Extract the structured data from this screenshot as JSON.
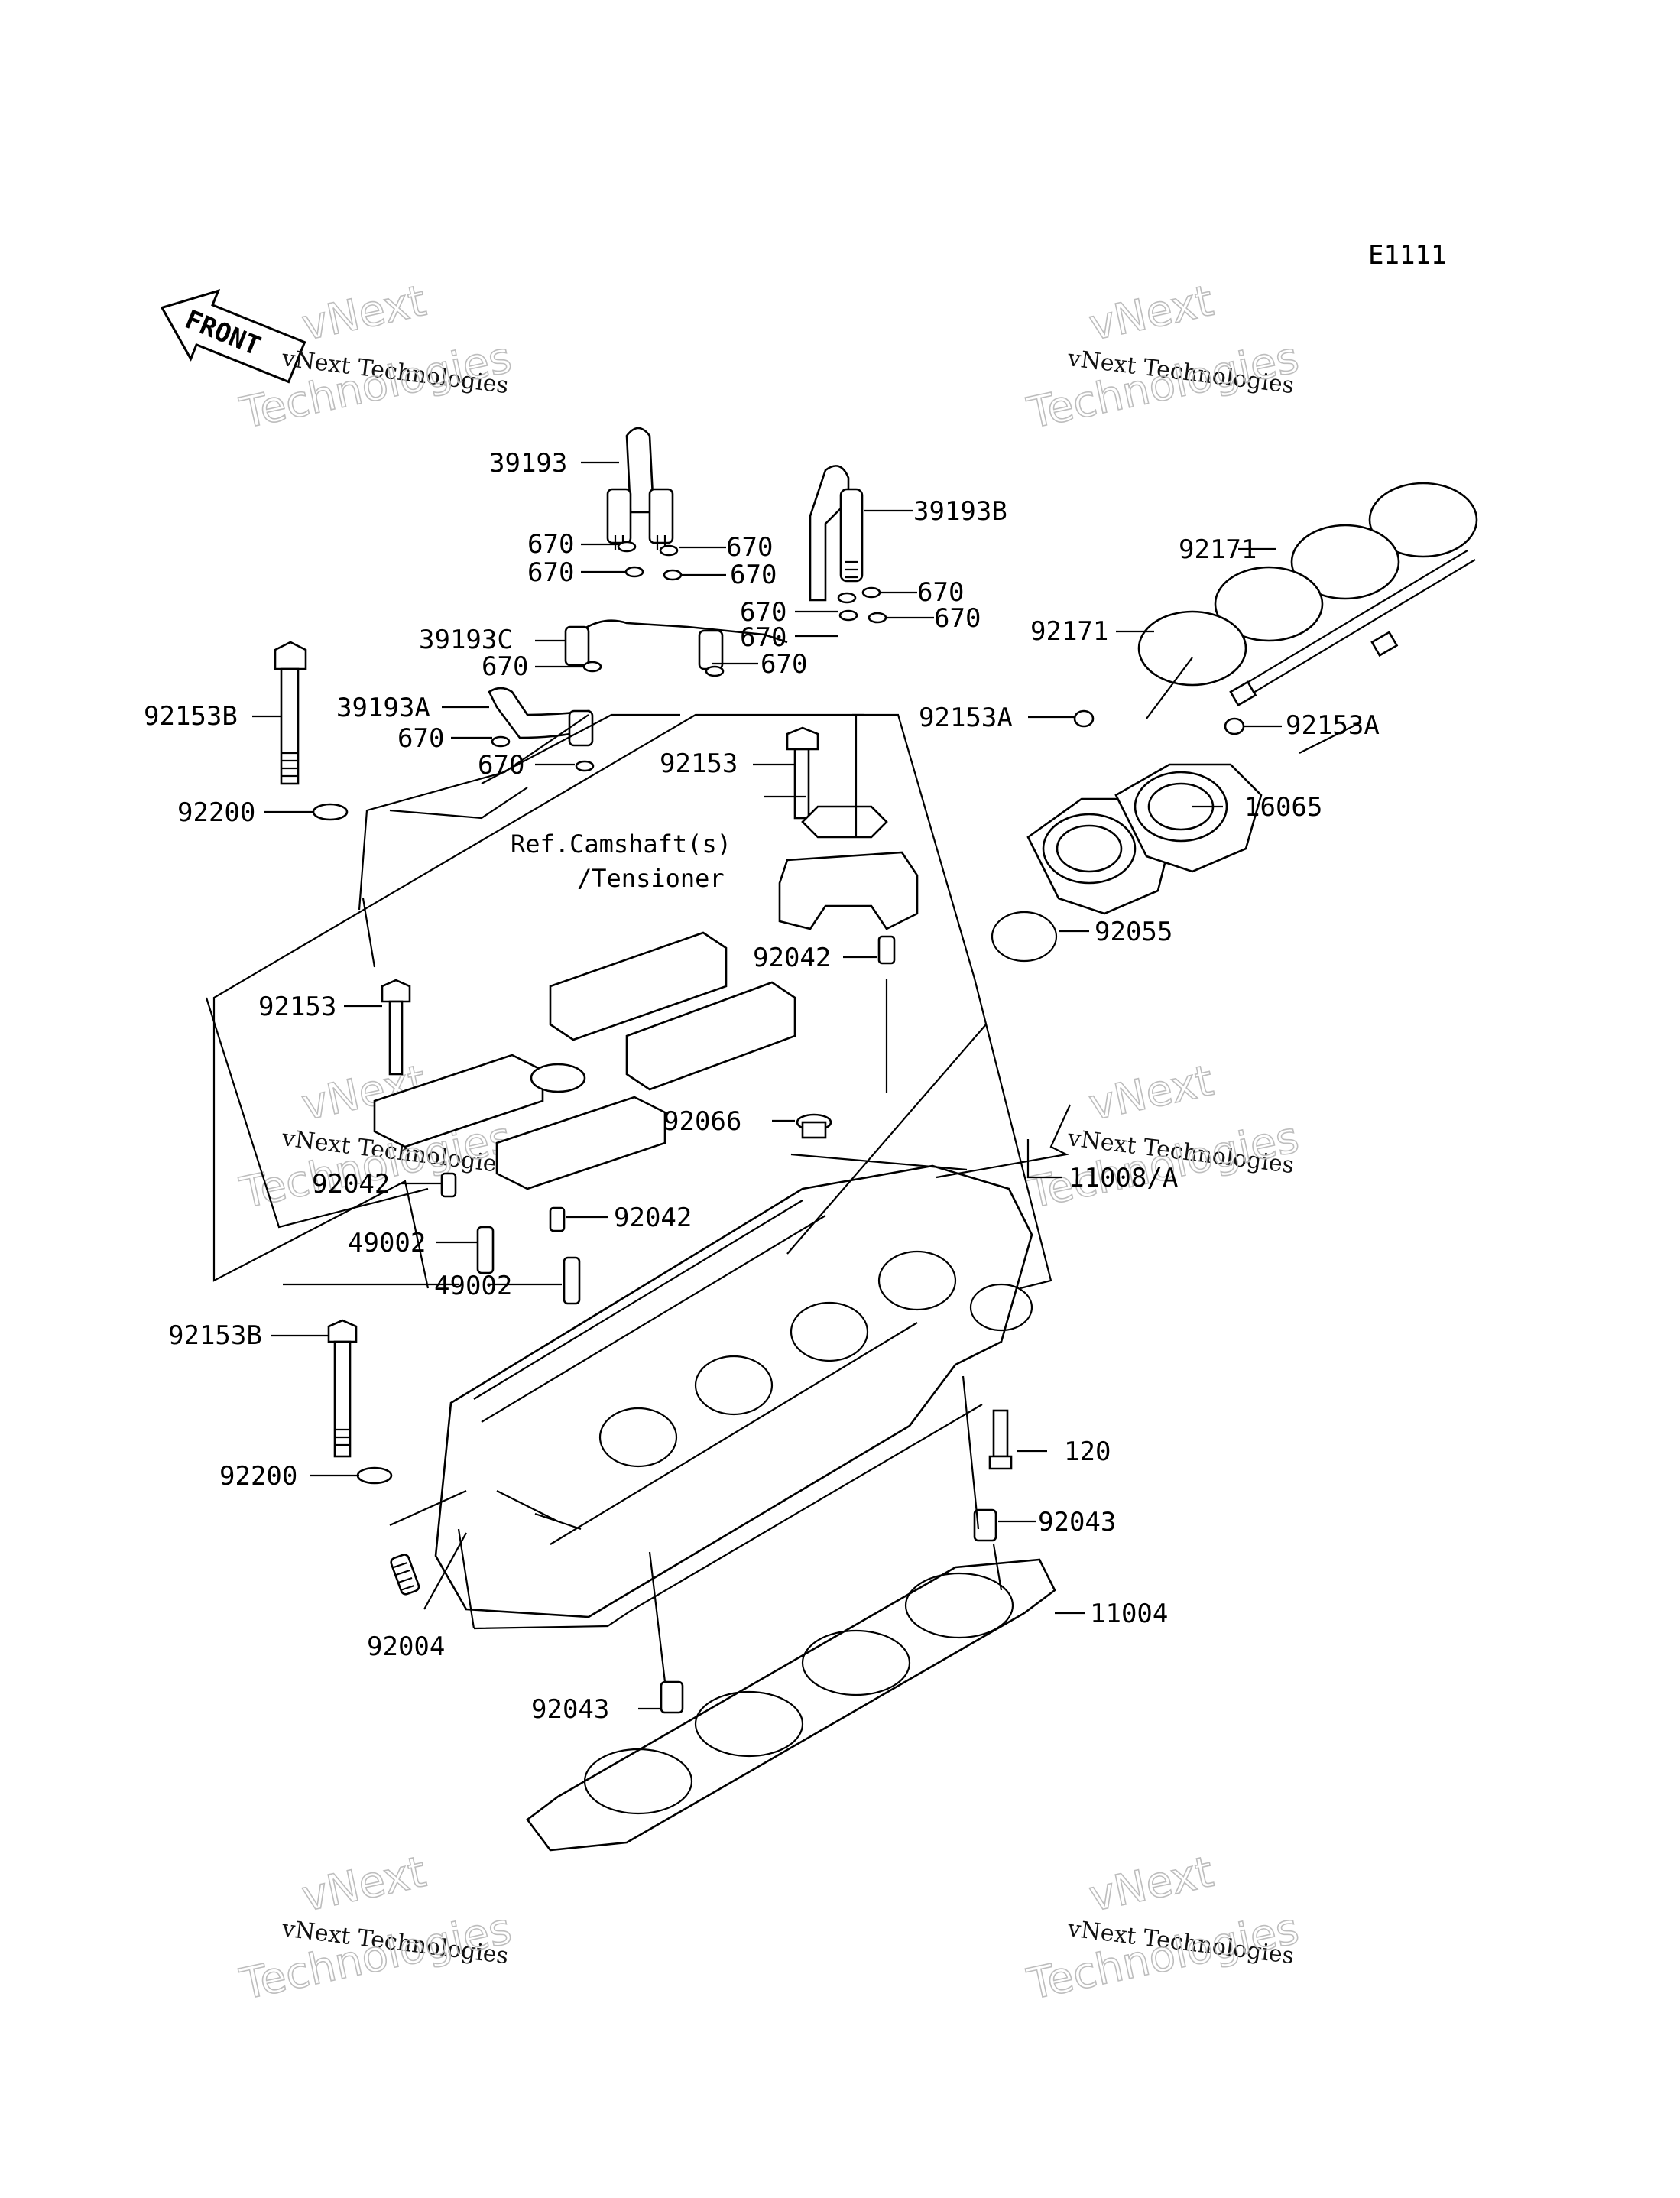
{
  "diagram_code": "E1111",
  "front_label": "FRONT",
  "reference_note": [
    "Ref.Camshaft(s)",
    "/Tensioner"
  ],
  "watermark": {
    "line1": "vNext Technologies",
    "line2a": "vNext",
    "line2b": "Technologies"
  },
  "part_labels": [
    "39193",
    "39193B",
    "670",
    "670",
    "670",
    "670",
    "670",
    "670",
    "670",
    "670",
    "39193C",
    "670",
    "670",
    "39193A",
    "670",
    "670",
    "92153B",
    "92200",
    "92153",
    "92153A",
    "92153A",
    "92171",
    "92171",
    "16065",
    "92055",
    "92042",
    "92153",
    "92066",
    "11008/A",
    "92042",
    "92042",
    "49002",
    "49002",
    "92153B",
    "92200",
    "120",
    "92043",
    "11004",
    "92004",
    "92043"
  ]
}
